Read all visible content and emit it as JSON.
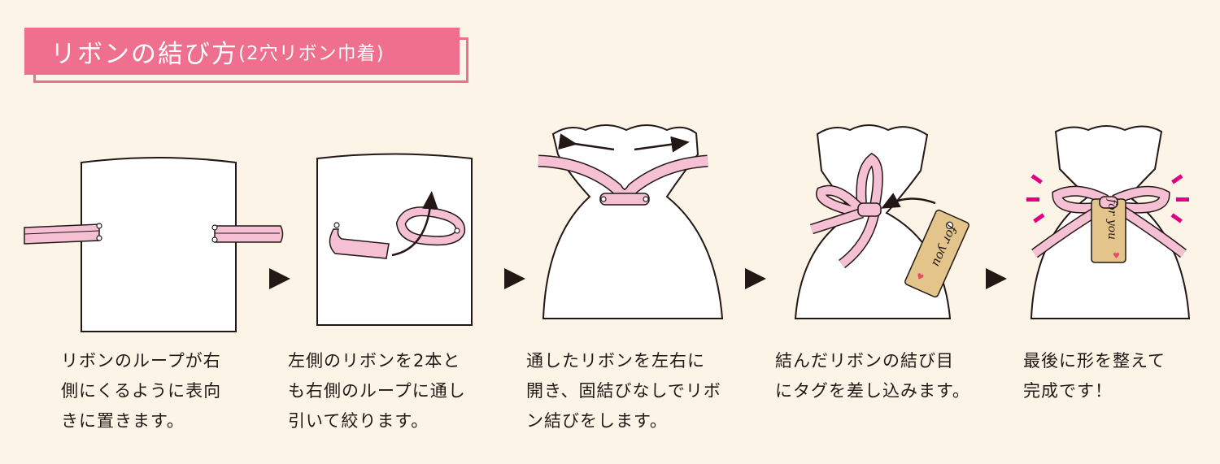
{
  "title": {
    "main": "リボンの結び方",
    "sub": "(2穴リボン巾着)"
  },
  "tag_text": "for you",
  "steps": [
    {
      "text": "リボンのループが右\n側にくるように表向\nきに置きます。"
    },
    {
      "text": "左側のリボンを2本と\nも右側のループに通し\n引いて絞ります。"
    },
    {
      "text": "通したリボンを左右に\n開き、固結びなしでリボ\nン結びをします。"
    },
    {
      "text": "結んだリボンの結び目\nにタグを差し込みます。"
    },
    {
      "text": "最後に形を整えて\n完成です！"
    }
  ],
  "arrow_icon": "play-triangle-icon",
  "colors": {
    "background": "#fdf4e8",
    "accent": "#ef6f8e",
    "ribbon": "#f5c0d4",
    "tag": "#e3c48b",
    "text": "#231815"
  }
}
